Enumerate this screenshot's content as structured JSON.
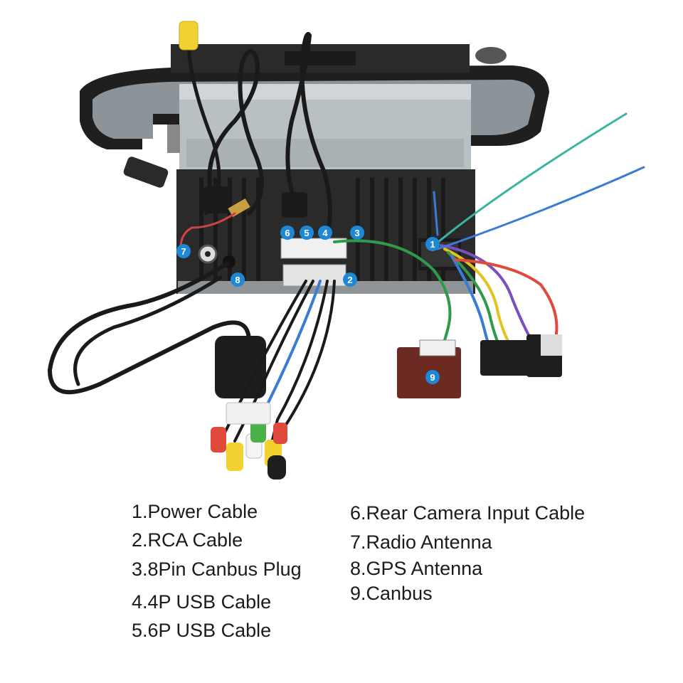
{
  "markers": [
    {
      "id": "marker-1",
      "label": "1"
    },
    {
      "id": "marker-2",
      "label": "2"
    },
    {
      "id": "marker-3",
      "label": "3"
    },
    {
      "id": "marker-4",
      "label": "4"
    },
    {
      "id": "marker-5",
      "label": "5"
    },
    {
      "id": "marker-6",
      "label": "6"
    },
    {
      "id": "marker-7",
      "label": "7"
    },
    {
      "id": "marker-8",
      "label": "8"
    },
    {
      "id": "marker-9",
      "label": "9"
    }
  ],
  "legend_left": [
    "1.Power Cable",
    "2.RCA Cable",
    "3.8Pin Canbus Plug",
    "4.4P USB Cable",
    "5.6P USB Cable"
  ],
  "legend_right": [
    "6.Rear Camera Input Cable",
    "7.Radio Antenna",
    "8.GPS Antenna",
    "9.Canbus"
  ],
  "colors": {
    "marker_fill": "#1e88d6",
    "unit_body": "#2a2a2a",
    "metal_case": "#b9c0c4",
    "canbus_box": "#6b2a22",
    "rca_yellow": "#f2d230",
    "rca_red": "#e04a3a",
    "rca_white": "#f4f4f4",
    "rca_green": "#4ab04a"
  }
}
